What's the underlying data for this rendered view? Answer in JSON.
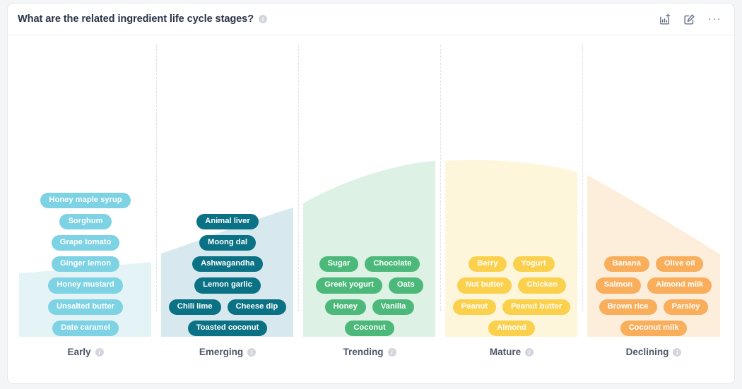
{
  "header": {
    "title": "What are the related ingredient life cycle stages?",
    "info_icon_label": "i",
    "actions": [
      {
        "name": "add-chart-icon",
        "label": "Add to chart"
      },
      {
        "name": "edit-icon",
        "label": "Edit"
      },
      {
        "name": "more-options-icon",
        "label": "···"
      }
    ]
  },
  "chart_data": {
    "type": "area",
    "title": "What are the related ingredient life cycle stages?",
    "xlabel": "",
    "ylabel": "",
    "grid": false,
    "legend": "none",
    "categories": [
      "Early",
      "Emerging",
      "Trending",
      "Mature",
      "Declining"
    ],
    "values": [
      38,
      62,
      92,
      95,
      60
    ],
    "ylim": [
      0,
      100
    ],
    "series": [
      {
        "name": "Life cycle curve",
        "values": [
          38,
          62,
          92,
          95,
          60
        ]
      }
    ],
    "stages": [
      {
        "id": "early",
        "label": "Early",
        "color": "#7dd2e3",
        "area_color": "#e4f4f6",
        "value": 38,
        "rows": [
          [
            "Honey maple syrup"
          ],
          [
            "Sorghum"
          ],
          [
            "Grape tomato"
          ],
          [
            "Ginger lemon"
          ],
          [
            "Honey mustard"
          ],
          [
            "Unsalted butter"
          ],
          [
            "Date caramel"
          ]
        ]
      },
      {
        "id": "emerging",
        "label": "Emerging",
        "color": "#0b7285",
        "area_color": "#d7e9ee",
        "value": 62,
        "rows": [
          [
            "Animal liver"
          ],
          [
            "Moong dal"
          ],
          [
            "Ashwagandha"
          ],
          [
            "Lemon garlic"
          ],
          [
            "Chili lime",
            "Cheese dip"
          ],
          [
            "Toasted coconut"
          ]
        ]
      },
      {
        "id": "trending",
        "label": "Trending",
        "color": "#4cb97a",
        "area_color": "#ddf1e5",
        "value": 92,
        "rows": [
          [
            "Sugar",
            "Chocolate"
          ],
          [
            "Greek yogurt",
            "Oats"
          ],
          [
            "Honey",
            "Vanilla"
          ],
          [
            "Coconut"
          ]
        ]
      },
      {
        "id": "mature",
        "label": "Mature",
        "color": "#fbd04d",
        "area_color": "#fdf6da",
        "value": 95,
        "rows": [
          [
            "Berry",
            "Yogurt"
          ],
          [
            "Nut butter",
            "Chicken"
          ],
          [
            "Peanut",
            "Peanut butter"
          ],
          [
            "Almond"
          ]
        ]
      },
      {
        "id": "declining",
        "label": "Declining",
        "color": "#f9ae5c",
        "area_color": "#fdeedb",
        "value": 60,
        "rows": [
          [
            "Banana",
            "Olive oil"
          ],
          [
            "Salmon",
            "Almond milk"
          ],
          [
            "Brown rice",
            "Parsley"
          ],
          [
            "Coconut milk"
          ]
        ]
      }
    ]
  },
  "stage_info_icon_label": "i"
}
